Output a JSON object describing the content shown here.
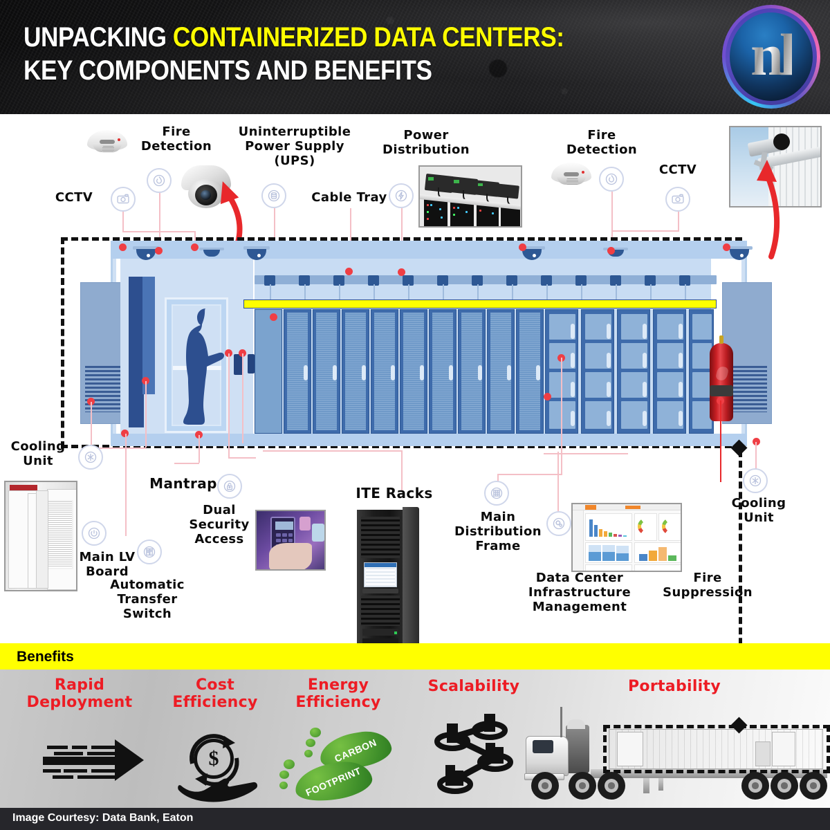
{
  "header": {
    "title_line1_plain": "UNPACKING ",
    "title_line1_highlight": "CONTAINERIZED DATA CENTERS:",
    "title_line2": "KEY COMPONENTS AND BENEFITS",
    "logo_text": "nl",
    "highlight_color": "#ffff00",
    "background_color": "#101011"
  },
  "diagram": {
    "labels": {
      "cctv_left": "CCTV",
      "fire_detection_left": "Fire\nDetection",
      "ups": "Uninterruptible\nPower Supply\n(UPS)",
      "cable_tray": "Cable Tray",
      "power_distribution": "Power\nDistribution",
      "fire_detection_right": "Fire\nDetection",
      "cctv_right": "CCTV",
      "cooling_unit_left": "Cooling\nUnit",
      "main_lv_board": "Main LV\nBoard",
      "automatic_transfer_switch": "Automatic\nTransfer\nSwitch",
      "mantrap": "Mantrap",
      "dual_security_access": "Dual\nSecurity\nAccess",
      "ite_racks": "ITE Racks",
      "main_distribution_frame": "Main\nDistribution\nFrame",
      "dcim": "Data Center\nInfrastructure\nManagement",
      "fire_suppression": "Fire\nSuppression",
      "cooling_unit_right": "Cooling\nUnit"
    },
    "icons": {
      "cctv": "camera-icon",
      "fire_detection": "flame-icon",
      "ups": "battery-stack-icon",
      "power_distribution": "lightning-bolt-icon",
      "cooling_unit": "snowflake-icon",
      "main_lv_board": "power-button-icon",
      "automatic_transfer_switch": "server-cabinet-icon",
      "mantrap": "padlock-icon",
      "main_distribution_frame": "grid-icon",
      "dcim": "gears-icon"
    },
    "connector_color": "#f4bfc6",
    "node_color": "#ef3e44",
    "container_outline": "#111111"
  },
  "benefits": {
    "heading": "Benefits",
    "heading_bg": "#ffff00",
    "label_color": "#ed1c24",
    "items": [
      {
        "label": "Rapid\nDeployment",
        "icon": "speed-arrow-icon"
      },
      {
        "label": "Cost\nEfficiency",
        "icon": "dollar-coin-hand-icon"
      },
      {
        "label": "Energy\nEfficiency",
        "icon": "carbon-footprint-icon"
      },
      {
        "label": "Scalability",
        "icon": "network-nodes-icon"
      },
      {
        "label": "Portability",
        "icon": "truck-container-icon"
      }
    ],
    "footprint_text_top": "CARBON",
    "footprint_text_bottom": "FOOTPRINT",
    "dollar_sign": "$"
  },
  "footer": {
    "credit": "Image Courtesy: Data Bank, Eaton",
    "background_color": "#26262b"
  }
}
